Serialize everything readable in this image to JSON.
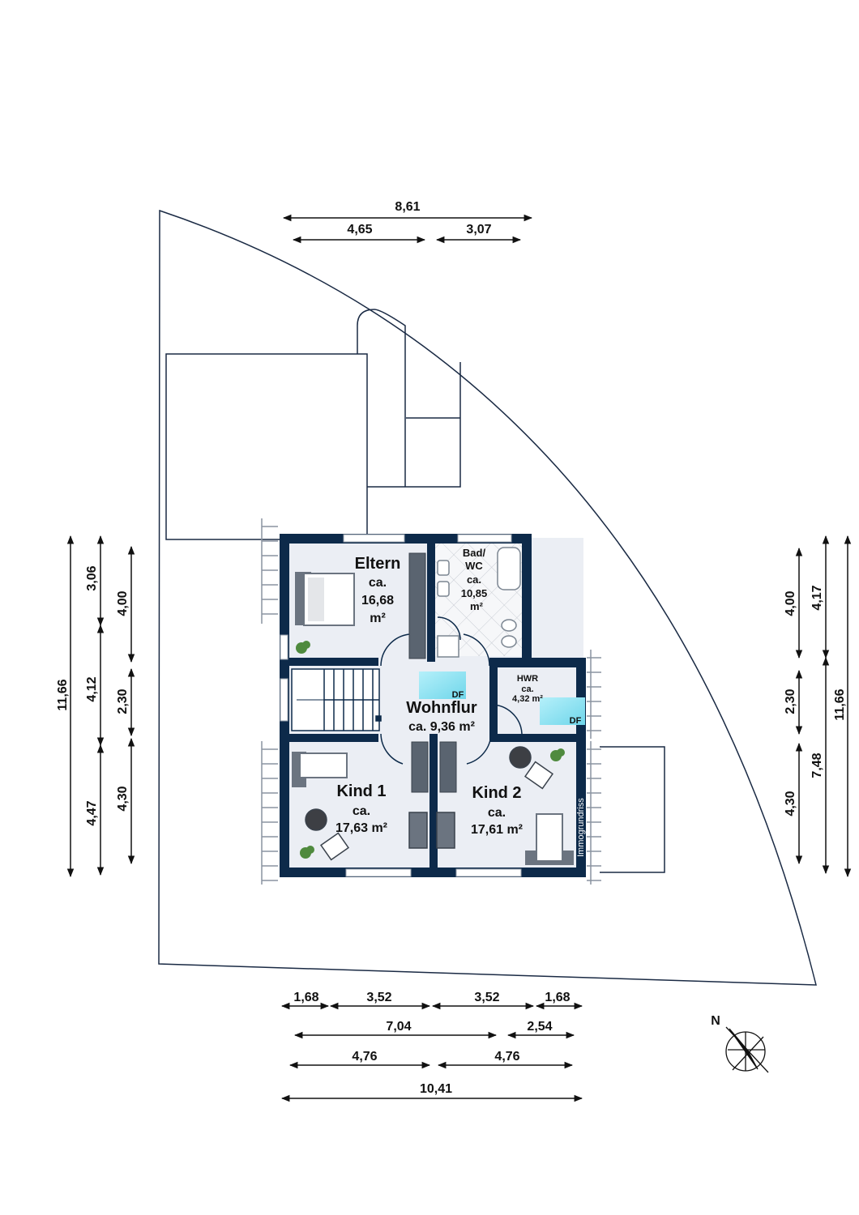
{
  "rooms": {
    "eltern": {
      "name": "Eltern",
      "l1": "ca.",
      "l2": "16,68",
      "l3": "m²"
    },
    "bad": {
      "name": "Bad/",
      "name2": "WC",
      "l1": "ca.",
      "l2": "10,85",
      "l3": "m²"
    },
    "hwr": {
      "name": "HWR",
      "l1": "ca.",
      "l2": "4,32 m²"
    },
    "wohnflur": {
      "name": "Wohnflur",
      "l1": "ca. 9,36 m²"
    },
    "kind1": {
      "name": "Kind 1",
      "l1": "ca.",
      "l2": "17,63 m²"
    },
    "kind2": {
      "name": "Kind 2",
      "l1": "ca.",
      "l2": "17,61 m²"
    }
  },
  "skylights": [
    "DF",
    "DF"
  ],
  "watermark": "Immogrundriss",
  "compass": {
    "label": "N"
  },
  "dimensions": {
    "top": {
      "total": "8,61",
      "left": "4,65",
      "right": "3,07"
    },
    "bottom": {
      "row1": [
        "1,68",
        "3,52",
        "3,52",
        "1,68"
      ],
      "row2": [
        "7,04",
        "2,54"
      ],
      "row3": [
        "4,76",
        "4,76"
      ],
      "row4": "10,41"
    },
    "left": {
      "total": "11,66",
      "a": [
        "3,06",
        "4,12",
        "4,47"
      ],
      "b": [
        "4,00",
        "2,30",
        "4,30"
      ]
    },
    "right": {
      "total": "11,66",
      "a": [
        "4,17",
        "7,48"
      ],
      "b": [
        "4,00",
        "2,30",
        "4,30"
      ]
    }
  },
  "colors": {
    "wall": "#0d2a4a",
    "floor": "#ebeef4",
    "skylight": "#8fe4f2",
    "line": "#1a2a44"
  }
}
